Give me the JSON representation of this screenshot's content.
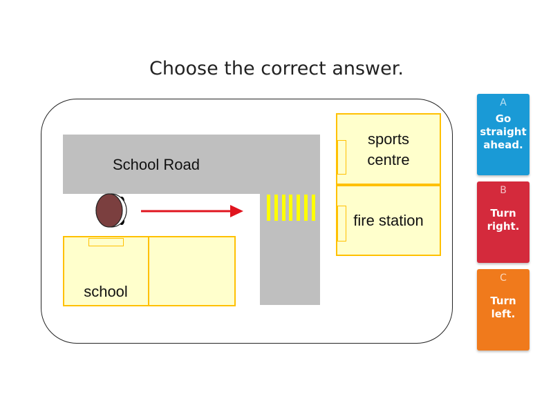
{
  "title": "Choose the correct answer.",
  "map": {
    "road_label": "School Road",
    "buildings": {
      "sports_centre": {
        "line1": "sports",
        "line2": "centre"
      },
      "fire_station": "fire station",
      "school": "school"
    }
  },
  "answers": [
    {
      "letter": "A",
      "text": "Go straight ahead.",
      "color": "#1a9ad6"
    },
    {
      "letter": "B",
      "text": "Turn right.",
      "color": "#d42a3c"
    },
    {
      "letter": "C",
      "text": "Turn left.",
      "color": "#f07a1c"
    }
  ],
  "colors": {
    "road": "#bfbfbf",
    "building_fill": "#ffffcc",
    "building_border": "#ffc000",
    "arrow": "#e0141e",
    "crossing": "#ffff00",
    "person": "#7b3f3f"
  }
}
